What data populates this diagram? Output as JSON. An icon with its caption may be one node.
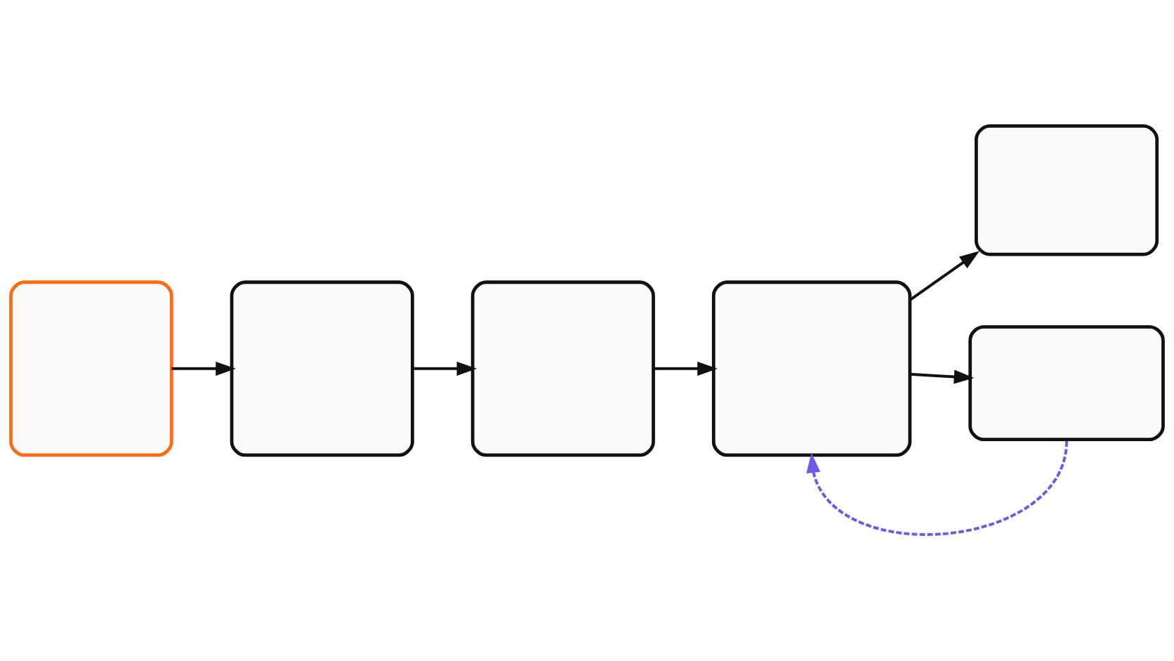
{
  "diagram": {
    "nodes": [
      {
        "text": [],
        "shape": "box"
      },
      {
        "text": [],
        "shape": "box"
      },
      {
        "text": [],
        "shape": "box"
      },
      {
        "text": [],
        "shape": "box"
      },
      {
        "text": [],
        "shape": "box"
      },
      {
        "text": [],
        "shape": "box"
      }
    ],
    "edges": [
      {
        "from": 0,
        "to": 1,
        "arrow": "to"
      },
      {
        "from": 1,
        "to": 2,
        "arrow": "to"
      },
      {
        "from": 2,
        "to": 3,
        "arrow": "to"
      },
      {
        "from": 3,
        "to": 4,
        "arrow": "to"
      },
      {
        "from": 3,
        "to": 5,
        "arrow": "to"
      },
      {
        "from": 5,
        "to": 3,
        "arrow": "to",
        "style": "dashed",
        "color": "#6b5ce7"
      }
    ]
  }
}
